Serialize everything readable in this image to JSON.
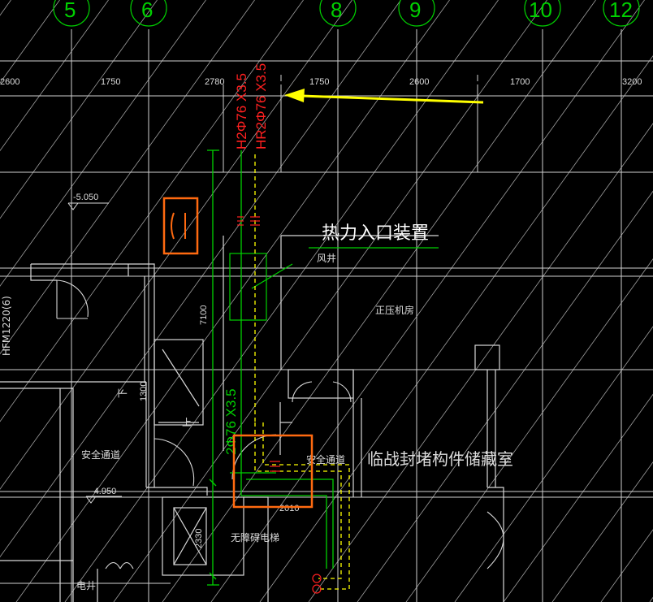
{
  "grid_axes": [
    "5",
    "6",
    "8",
    "9",
    "10",
    "12"
  ],
  "dimensions": {
    "top": [
      "2600",
      "1750",
      "2780",
      "1750",
      "2600",
      "1700",
      "3200"
    ],
    "vertical_7100": "7100",
    "vertical_1300": "1300",
    "vertical_2330": "2330",
    "horizontal_2010": "2010"
  },
  "elevations": {
    "upper": "-5.050",
    "lower": "-4.950"
  },
  "pipe_labels": {
    "red_1": "H2Φ76 X3.5",
    "red_2": "HR2Φ76 X3.5",
    "green": "2Φ76 X3.5"
  },
  "room_labels": {
    "heat_entry": "热力入口装置",
    "air_shaft": "风井",
    "pressurization": "正压机房",
    "safe_passage_left": "安全通道",
    "safe_passage_right": "安全通道",
    "storage": "临战封堵构件储藏室",
    "elevator": "无障碍电梯",
    "electrical_shaft": "电井",
    "door_tag": "HFM1220(6)",
    "stair_up": "上",
    "stair_down": "下"
  },
  "colors": {
    "background": "#000000",
    "grid": "#dcdcdc",
    "green": "#00d000",
    "red": "#ff2020",
    "yellow": "#ffff00",
    "orange_highlight": "#ff6a10"
  }
}
